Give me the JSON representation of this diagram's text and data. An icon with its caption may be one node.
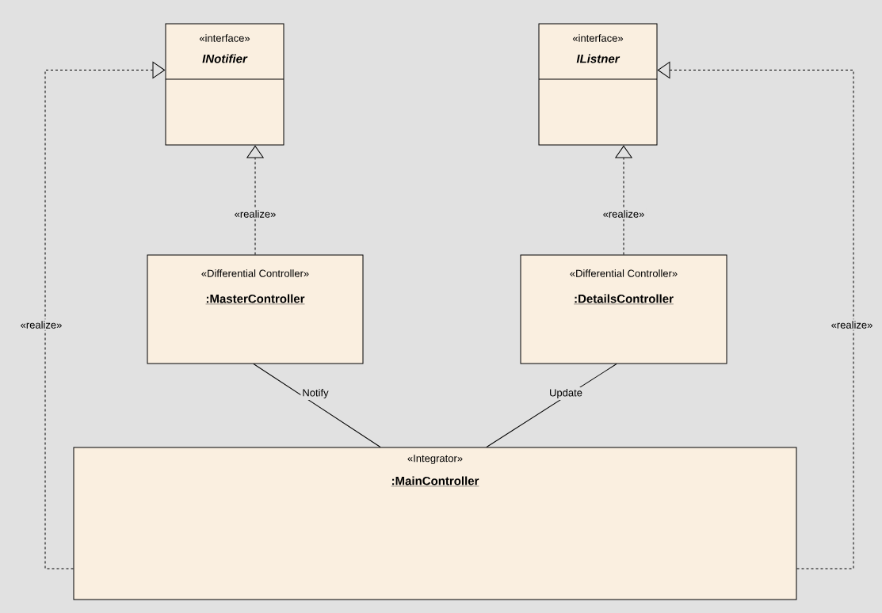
{
  "diagram": {
    "nodes": [
      {
        "text": [
          "«interface»",
          "INotifier"
        ]
      },
      {
        "text": [
          "«interface»",
          "IListner"
        ]
      },
      {
        "text": [
          "«Differential Controller»",
          ":MasterController"
        ]
      },
      {
        "text": [
          "«Differential Controller»",
          ":DetailsController"
        ]
      },
      {
        "text": [
          "«Integrator»",
          ":MainController"
        ]
      }
    ],
    "edges": [
      {
        "from": 2,
        "to": 0,
        "arrow": "to",
        "style": "dashed",
        "label": "«realize»"
      },
      {
        "from": 3,
        "to": 1,
        "arrow": "to",
        "style": "dashed",
        "label": "«realize»"
      },
      {
        "from": 4,
        "to": 0,
        "arrow": "to",
        "style": "dashed",
        "label": "«realize»"
      },
      {
        "from": 4,
        "to": 1,
        "arrow": "to",
        "style": "dashed",
        "label": "«realize»"
      },
      {
        "from": 2,
        "to": 4,
        "arrow": "none",
        "label": "Notify"
      },
      {
        "from": 3,
        "to": 4,
        "arrow": "none",
        "label": "Update"
      }
    ]
  }
}
